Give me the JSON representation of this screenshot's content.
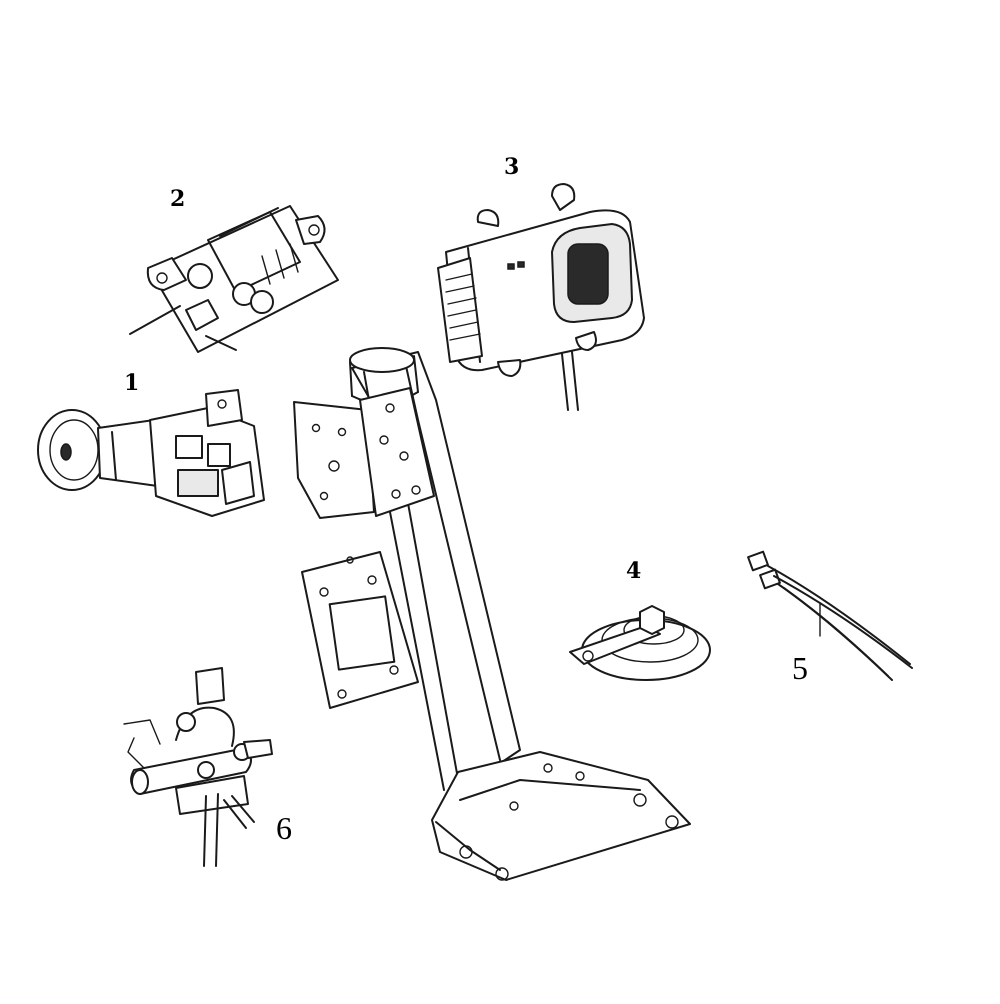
{
  "diagram": {
    "callouts": [
      {
        "id": "1",
        "label": "1"
      },
      {
        "id": "2",
        "label": "2"
      },
      {
        "id": "3",
        "label": "3"
      },
      {
        "id": "4",
        "label": "4"
      },
      {
        "id": "5",
        "label": "5"
      },
      {
        "id": "6",
        "label": "6"
      }
    ],
    "parts": [
      {
        "callout": "1",
        "icon": "ignition-switch-icon"
      },
      {
        "callout": "2",
        "icon": "relay-module-icon"
      },
      {
        "callout": "3",
        "icon": "control-unit-icon"
      },
      {
        "callout": "4",
        "icon": "horn-icon"
      },
      {
        "callout": "5",
        "icon": "wire-harness-icon"
      },
      {
        "callout": "6",
        "icon": "handlebar-switch-icon"
      },
      {
        "callout": "",
        "icon": "mounting-bracket-icon"
      }
    ],
    "colors": {
      "line": "#1a1a1a",
      "background": "#ffffff"
    }
  }
}
